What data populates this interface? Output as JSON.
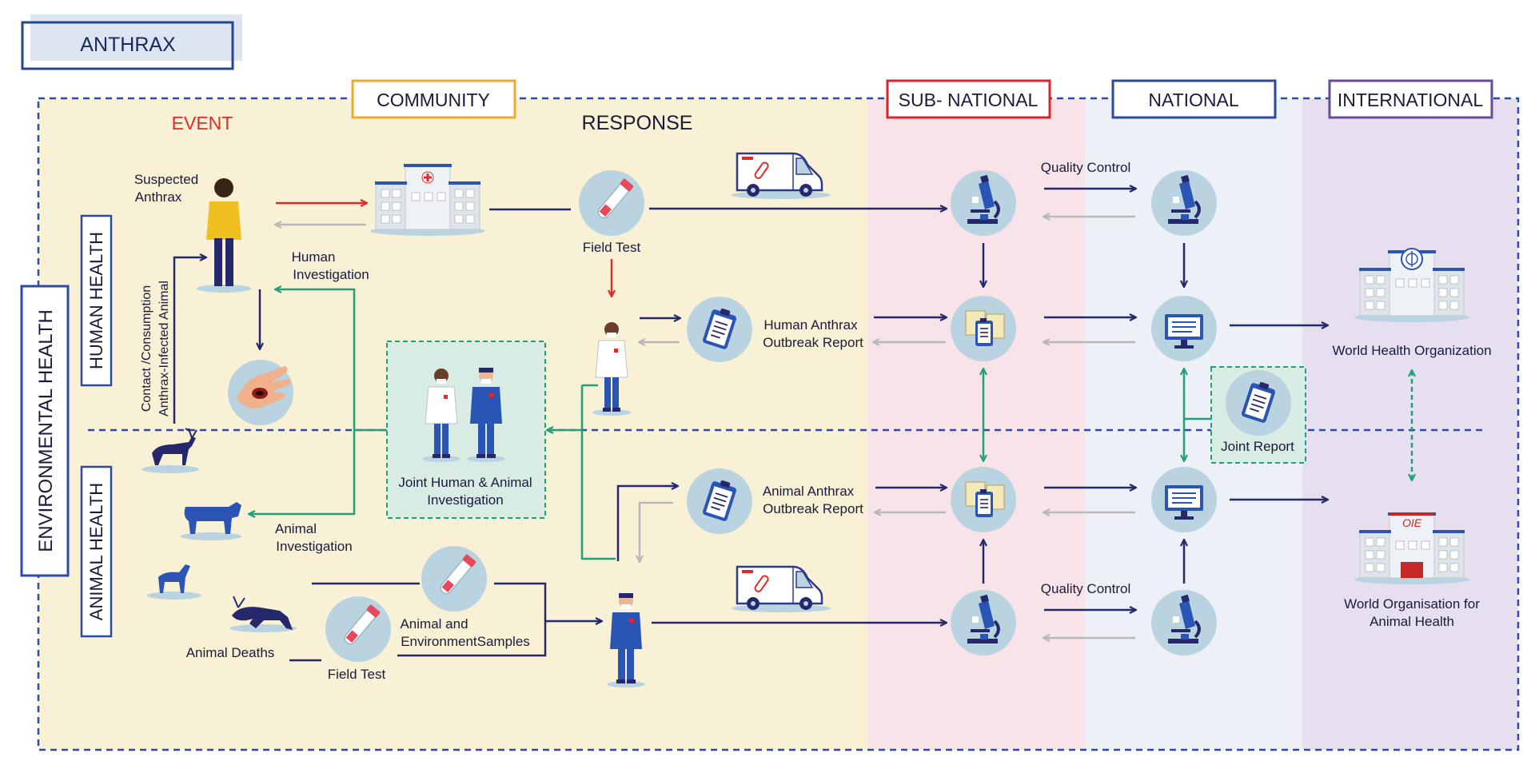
{
  "title": "ANTHRAX",
  "levels": {
    "community": "COMMUNITY",
    "sub_national": "SUB- NATIONAL",
    "national": "NATIONAL",
    "international": "INTERNATIONAL"
  },
  "headers": {
    "event": "EVENT",
    "response": "RESPONSE"
  },
  "side_labels": {
    "environmental": "ENVIRONMENTAL HEALTH",
    "human": "HUMAN HEALTH",
    "animal": "ANIMAL HEALTH"
  },
  "labels": {
    "suspected_1": "Suspected",
    "suspected_2": "Anthrax",
    "contact_1": "Contact /Consumption",
    "contact_2": "Anthrax-Infected Animal",
    "human_inv_1": "Human",
    "human_inv_2": "Investigation",
    "field_test_top": "Field Test",
    "joint_inv_1": "Joint Human & Animal",
    "joint_inv_2": "Investigation",
    "human_report_1": "Human Anthrax",
    "human_report_2": "Outbreak Report",
    "animal_report_1": "Animal Anthrax",
    "animal_report_2": "Outbreak Report",
    "animal_inv_1": "Animal",
    "animal_inv_2": "Investigation",
    "animal_deaths": "Animal Deaths",
    "field_test_bottom": "Field Test",
    "samples_1": "Animal and",
    "samples_2": "EnvironmentSamples",
    "qc_top": "Quality Control",
    "qc_bottom": "Quality Control",
    "joint_report": "Joint Report",
    "who": "World Health Organization",
    "woah_1": "World Organisation for",
    "woah_2": "Animal Health",
    "woah_logo": "OIE"
  },
  "colors": {
    "community_bg": "#f8f1d6",
    "subnational_bg": "#f8e4e8",
    "national_bg": "#edf1f7",
    "international_bg": "#e6dff0",
    "navy": "#25296b",
    "red_arrow": "#e02b2b",
    "green_arrow": "#23a07a",
    "gray_arrow": "#b8b8b8",
    "dashed_blue": "#2c4aa8",
    "community_border": "#f0a830",
    "subnational_border": "#d8242c",
    "national_border": "#2a4a9a",
    "international_border": "#6a4a9a",
    "icon_circle": "#b9d3e0",
    "joint_box_bg": "#d9ece4"
  }
}
